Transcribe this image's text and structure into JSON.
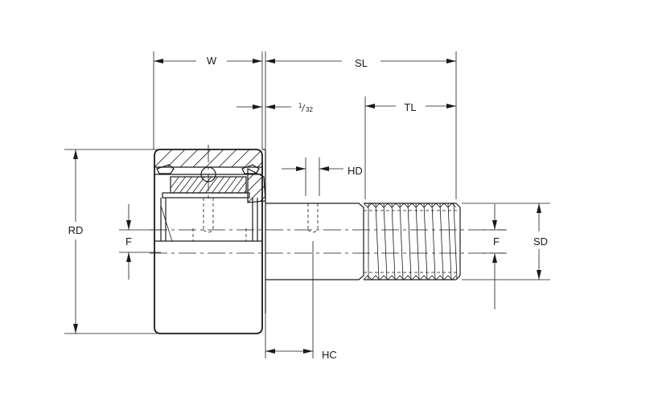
{
  "labels": {
    "w": "W",
    "sl": "SL",
    "tl": "TL",
    "hd": "HD",
    "hc": "HC",
    "rd": "RD",
    "sd": "SD",
    "f_left": "F",
    "f_right": "F",
    "clearance_num": "1",
    "clearance_den": "32"
  },
  "colors": {
    "line": "#1a1a1a",
    "background": "#ffffff"
  }
}
